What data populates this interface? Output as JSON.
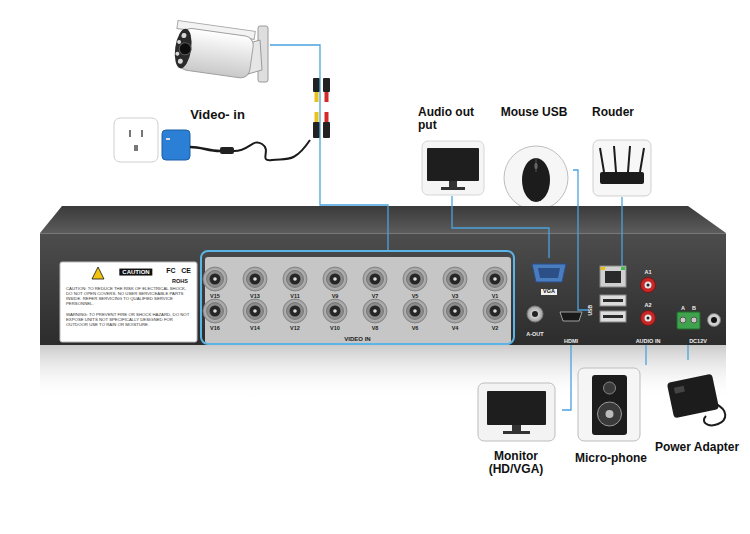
{
  "diagram": {
    "nodes": [
      {
        "text": [
          "Video- in"
        ]
      },
      {
        "text": [
          "Audio out put"
        ]
      },
      {
        "text": [
          "Mouse USB"
        ]
      },
      {
        "text": [
          "Rouder"
        ]
      },
      {
        "text": [
          "VIDEO IN"
        ]
      },
      {
        "text": [
          "VGA"
        ]
      },
      {
        "text": [
          "USB"
        ]
      },
      {
        "text": [
          "HDMI"
        ]
      },
      {
        "text": [
          "AUDIO IN"
        ]
      },
      {
        "text": [
          "DC12V"
        ]
      },
      {
        "text": [
          "Monitor (HD/VGA)"
        ]
      },
      {
        "text": [
          "Micro-phone"
        ]
      },
      {
        "text": [
          "Power Adapter"
        ]
      }
    ],
    "edges": [
      {
        "from": 0,
        "to": 4,
        "arrow": "none"
      },
      {
        "from": 1,
        "to": 5,
        "arrow": "none"
      },
      {
        "from": 2,
        "to": 6,
        "arrow": "none"
      },
      {
        "from": 10,
        "to": 7,
        "arrow": "none"
      },
      {
        "from": 11,
        "to": 8,
        "arrow": "none"
      },
      {
        "from": 12,
        "to": 9,
        "arrow": "none"
      }
    ],
    "labels": [
      "CAUTION",
      "FC",
      "CE",
      "ROHS",
      "CAUTION: TO REDUCE THE RISK OF ELECTRICAL SHOCK, DO NOT OPEN COVERS. NO USER SERVICEABLE PARTS INSIDE. REFER SERVICING TO QUALIFIED SERVICE PERSONNEL.",
      "WARNING: TO PREVENT FIRE OR SHOCK HAZARD, DO NOT EXPOSE UNITS NOT SPECIFICALLY DESIGNED FOR OUTDOOR USE TO RAIN OR MOISTURE.",
      "V15",
      "V13",
      "V11",
      "V9",
      "V7",
      "V5",
      "V3",
      "V1",
      "V16",
      "V14",
      "V12",
      "V10",
      "V8",
      "V6",
      "V4",
      "V2",
      "A-OUT",
      "A1",
      "A2",
      "A",
      "B"
    ]
  }
}
